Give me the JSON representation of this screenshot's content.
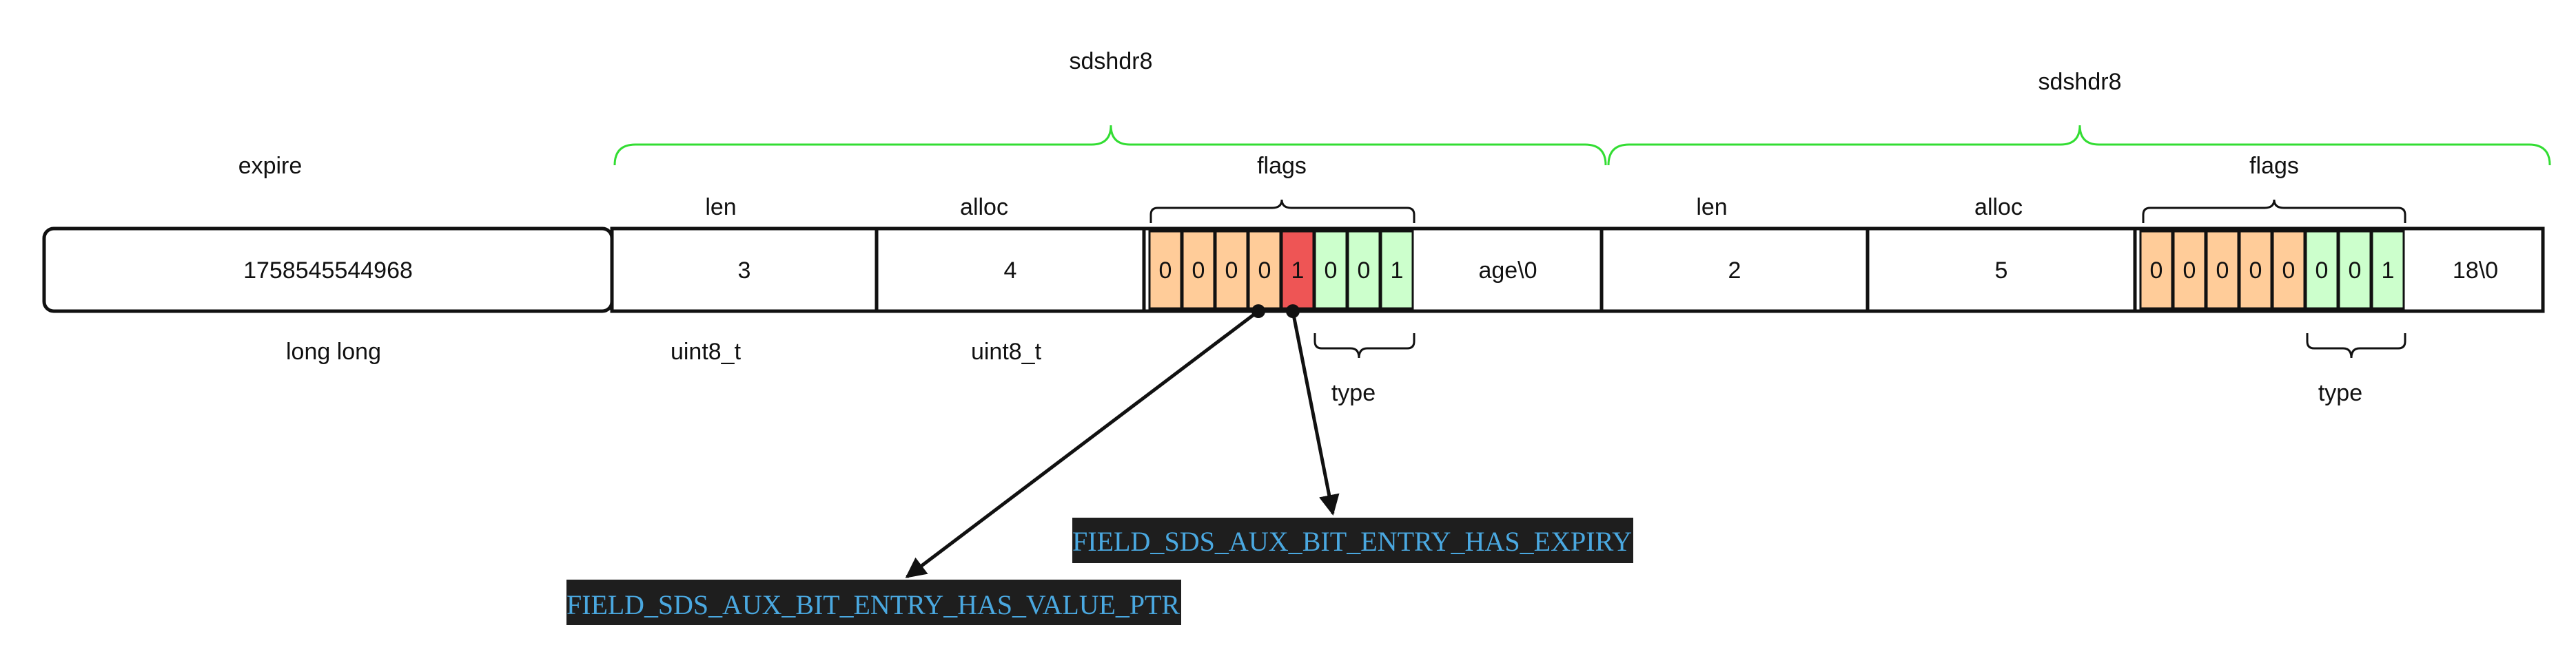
{
  "colors": {
    "brace_green": "#33dd33",
    "flag_orange": "#ffcc99",
    "flag_red": "#ee5555",
    "flag_green": "#ccffcc",
    "code_bg": "#1e1e1e",
    "code_text": "#4aa8e0"
  },
  "expire": {
    "label": "expire",
    "value": "1758545544968",
    "type": "long long"
  },
  "header1": {
    "title": "sdshdr8",
    "len_label": "len",
    "len_value": "3",
    "len_type": "uint8_t",
    "alloc_label": "alloc",
    "alloc_value": "4",
    "alloc_type": "uint8_t",
    "flags_label": "flags",
    "flags_bits": [
      "0",
      "0",
      "0",
      "0",
      "1",
      "0",
      "0",
      "1"
    ],
    "type_label": "type",
    "buf": "age\\0"
  },
  "header2": {
    "title": "sdshdr8",
    "len_label": "len",
    "len_value": "2",
    "alloc_label": "alloc",
    "alloc_value": "5",
    "flags_label": "flags",
    "flags_bits": [
      "0",
      "0",
      "0",
      "0",
      "0",
      "0",
      "0",
      "1"
    ],
    "type_label": "type",
    "buf": "18\\0"
  },
  "annotations": {
    "value_ptr": "FIELD_SDS_AUX_BIT_ENTRY_HAS_VALUE_PTR",
    "expiry": "FIELD_SDS_AUX_BIT_ENTRY_HAS_EXPIRY"
  }
}
